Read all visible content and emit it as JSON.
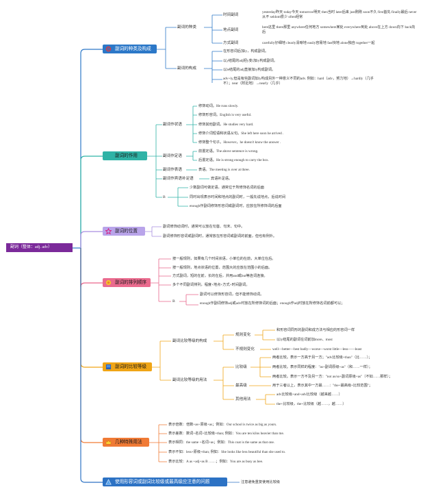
{
  "root": {
    "label": "副词（整体：adj. adv）"
  },
  "sections": [
    {
      "label": "副词的种类及构成",
      "color": "#2c78c8",
      "icon": "gear-icon"
    },
    {
      "label": "副词的作用",
      "color": "#2fb3a6",
      "icon": "none"
    },
    {
      "label": "副词的位置",
      "color": "#a98ee0",
      "icon": "star-icon"
    },
    {
      "label": "副词的排列顺序",
      "color": "#e9658a",
      "icon": "badge-icon"
    },
    {
      "label": "副词的比较等级",
      "color": "#f0a516",
      "icon": "flag-icon"
    },
    {
      "label": "几种特殊用法",
      "color": "#f07a35",
      "icon": "crown-icon"
    },
    {
      "label": "使用形容词或副词比较级或最高级应注意的问题",
      "color": "#2c72c4",
      "icon": "triangle-icon"
    }
  ],
  "s1": {
    "kinds_label": "副词的种类",
    "kinds": [
      {
        "label": "时间副词",
        "text": "yesterday昨天 today今天 tomorrow明天 then当时 later后来 just刚刚 soon不久 first首先 finally最后 never从不 seldom很少 often经常"
      },
      {
        "label": "地点副词",
        "text": "here这里 there那里 anywhere任何地方 somewhere某处 everywhere到处 above在上方 down向下 back向后"
      },
      {
        "label": "方式副词",
        "text": "carefully仔细地 clearly清晰地 easily容易地 fast快地 alone独自 together一起"
      }
    ],
    "form_label": "副词的构成",
    "forms": [
      "在形容词后加ly，构成副词。",
      "以y结尾的adj把y变i加ly构成副词。",
      "以le结尾的adj直接加ly构成副词。",
      "adv+ly,但是有些副词加ly构成另外一种意义不同的adv. 例如：hard（adv，努力地）→hardly（几乎不）；near（附近地）→nearly（几乎）"
    ]
  },
  "s2": {
    "g1_label": "副词作状语",
    "g1": [
      "修饰动词。He runs slowly.",
      "修饰形容词。English is very useful.",
      "修饰其他副词。He studies very hard.",
      "修饰介词短语和状语从句。She left here soon he arrived .",
      "修饰整个句子。However，he doesn't know the answer ."
    ],
    "g2_label": "副词作定语",
    "g2": [
      "前置定语。The above sentence is wrong.",
      "后置定语。He is strong enough to carry the box."
    ],
    "g3_label": "副词作表语",
    "g3": "表语。The meeting is over at three.",
    "g4_label": "副词作宾语补足语",
    "g4": "宾语补足语。",
    "g5_label": "B",
    "g5": [
      "少数副词可做定语，通常位于所修饰名词的后面",
      "同时出现表示时间和地点的副词时，一般先说地点，后说时间",
      "enough作副词修饰形容词或副词时，应放在所修饰词的后面"
    ]
  },
  "s3": {
    "items": [
      "副词修饰动词时，通常可以放在句首、句末、句中。",
      "副词修饰形容词或副词时，通常放在形容词或副词的前面，但也有例外。"
    ]
  },
  "s4": {
    "items": [
      "按一般规则，如果有几个时间状语，小单位的在前，大单位在后。",
      "按一般规则，地点状语的位置，范围大的应放在范围小的后面。",
      "方式副词，短的在前，长的在后，并用and或but等连词连接。",
      "多个不同副词排列，程度+地点+方式+时间副词。"
    ],
    "b_label": "B",
    "b": [
      "副词可以修饰形容词，但不能修饰动词。",
      "enough作副词修饰adj或adv时放在所修饰词的后面；enough作adj时放在所修饰名词前都可以；"
    ]
  },
  "s5": {
    "pos_label": "副词比较等级的构成",
    "rule_label": "规则变化",
    "rule": [
      "和形容词同形的副词和成方法与相应的形容词一样",
      "以ly结尾的副词在词前加more、most"
    ],
    "irr_label": "不规则变化",
    "irr": "well—better—best badly—worse—worst little—less——least",
    "use_label": "副词比较等级的用法",
    "comp_label": "比较级",
    "comp": [
      "两者比较。表示一方高于另一方；\"adv比较级+than\"（比……）；",
      "两者比较。表示同样的程度：\"as+副词原级+as\"（和……一样）；",
      "两者比较。表示一方不及另一方：\"not as/so+副词原级+as\"（不如……那样）；"
    ],
    "sup_label": "最高级",
    "sup": "用于三者以上，表示其中一方最……：\"the+最高级+比较范围\"；",
    "other_label": "其他用法",
    "other": [
      "adv比较级+and+adv比较级（越来越……）",
      "the+比较级，the+比较级（越……，越……）"
    ]
  },
  "s6": {
    "items": [
      "表示倍数：倍数+as+原级+as；例如：Our school is twice as big as yours.",
      "表示差数：数词+名词+比较级+than; 例如：You are ten kilos heavier than me.",
      "表示相同：the same +名词+as；例如：This coat is the same as that one.",
      "表示不如：less+原级+than; 例如：She looks like less beautiful than she used to.",
      "表示比较：A as +adj+as B ……；例如：You are as busy as bee."
    ]
  },
  "s7": {
    "text": "注意避免重复使用比较级"
  }
}
